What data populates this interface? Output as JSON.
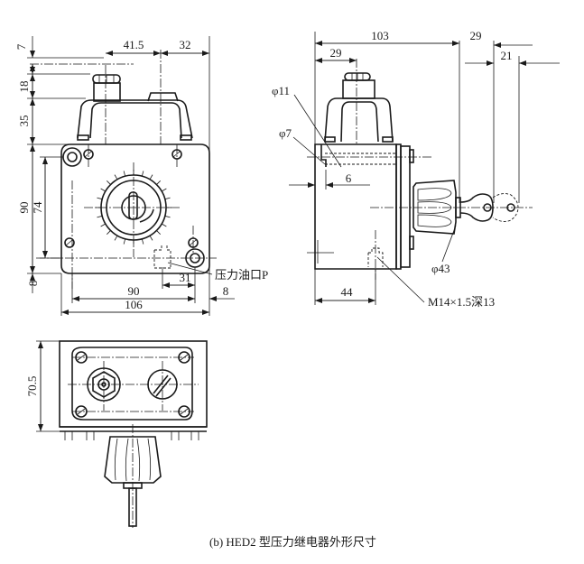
{
  "figure": {
    "caption": "(b)  HED2 型压力继电器外形尺寸"
  },
  "front_view": {
    "dims": {
      "top_gap": "7",
      "cap_height": "18",
      "body_top_height": "35",
      "overall_height": "90",
      "hole_spacing_v": "74",
      "bottom_offset": "8",
      "center_to_cap": "41.5",
      "cap_to_edge": "32",
      "port_offset": "31",
      "hole_spacing_h": "90",
      "overall_width": "106",
      "right_offset": "8"
    },
    "labels": {
      "oil_port": "压力油口P"
    }
  },
  "side_view": {
    "dims": {
      "depth": "103",
      "cap_offset": "29",
      "knob_extend": "29",
      "key_extend": "21",
      "hole_offset": "6",
      "port_depth": "44"
    },
    "labels": {
      "dia_11": "φ11",
      "dia_7": "φ7",
      "dia_43": "φ43",
      "thread": "M14×1.5深13"
    }
  },
  "bottom_view": {
    "dims": {
      "height": "70.5"
    }
  }
}
